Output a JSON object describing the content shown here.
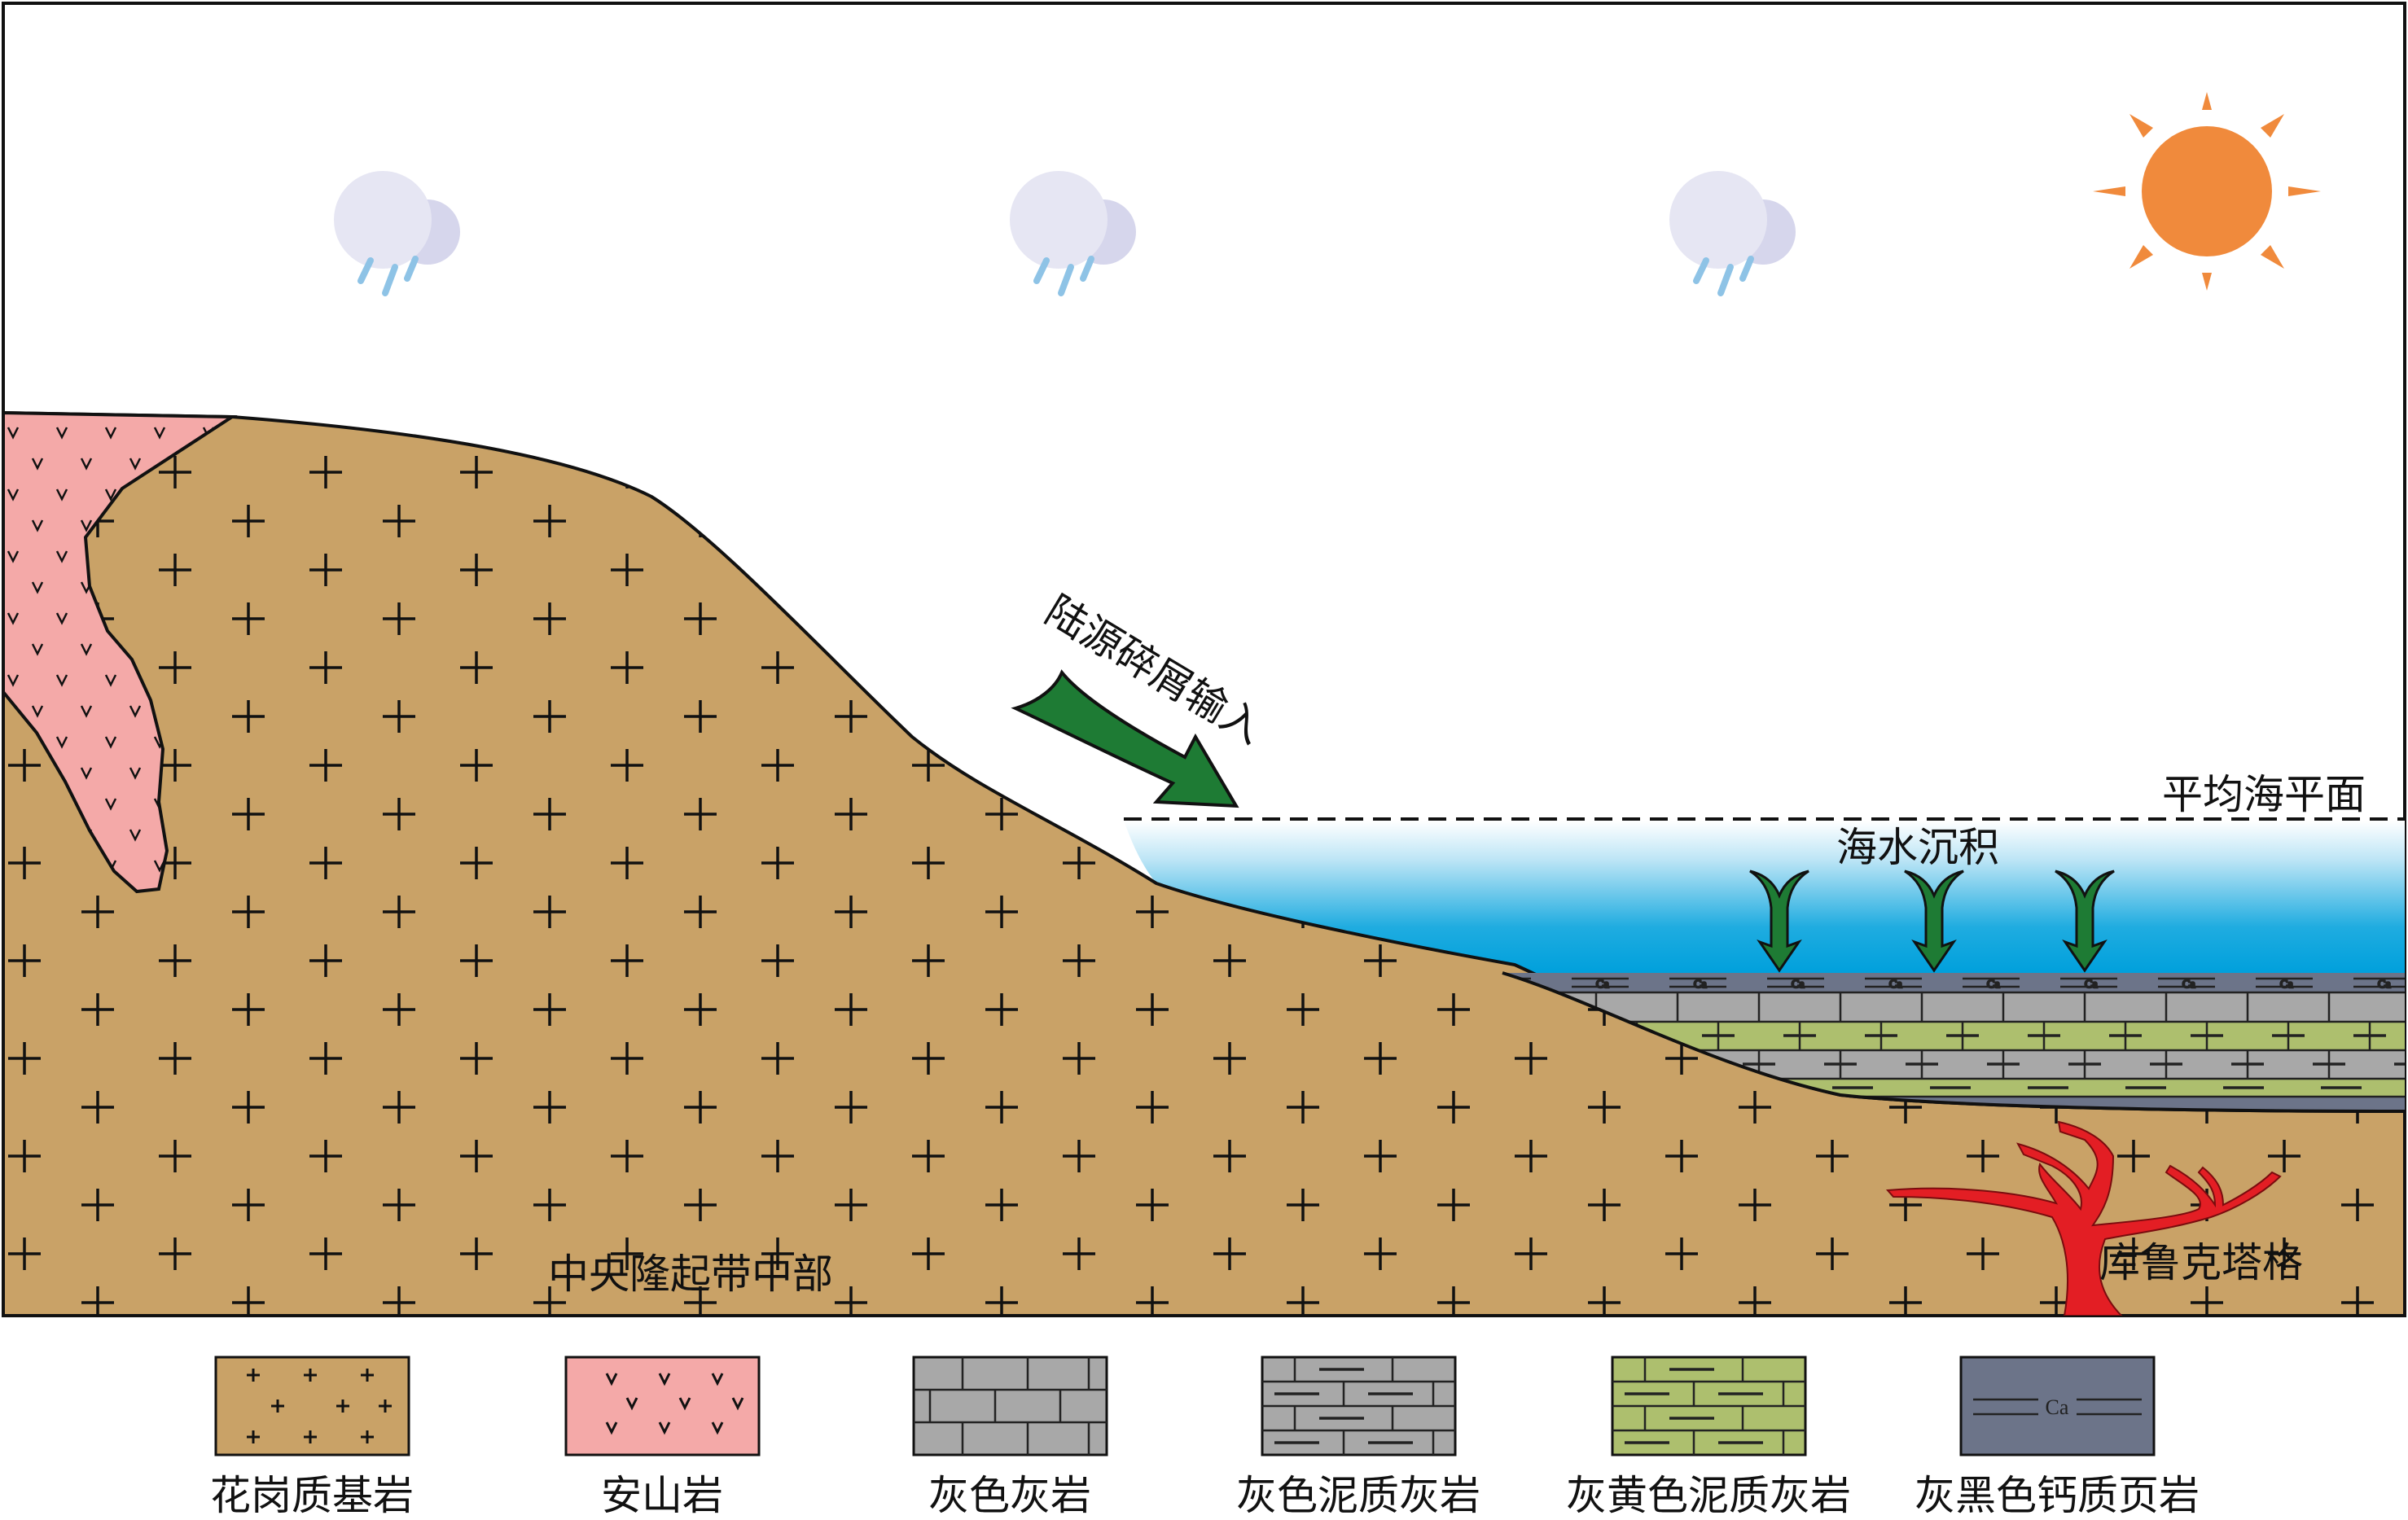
{
  "labels": {
    "input_arrow": "陆源碎屑输入",
    "mean_sea_level": "平均海平面",
    "seawater_deposition": "海水沉积",
    "central_uplift": "中央隆起带中部",
    "kuluketage": "库鲁克塔格",
    "ca_symbol": "Ca"
  },
  "legend": [
    {
      "name": "legend-granite",
      "label": "花岗质基岩",
      "color": "#C9A267"
    },
    {
      "name": "legend-andesite",
      "label": "安山岩",
      "color": "#F4A9A8"
    },
    {
      "name": "legend-gray-limestone",
      "label": "灰色灰岩",
      "color": "#A8A8A8"
    },
    {
      "name": "legend-gray-argillaceous-limestone",
      "label": "灰色泥质灰岩",
      "color": "#A8A8A8"
    },
    {
      "name": "legend-graygreen-argillaceous-limestone",
      "label": "灰黄色泥质灰岩",
      "color": "#ADBF6E"
    },
    {
      "name": "legend-dark-calcareous-shale",
      "label": "灰黑色钙质页岩",
      "color": "#6C7489"
    }
  ],
  "colors": {
    "granite": "#C9A267",
    "andesite": "#F4A9A8",
    "limestone": "#A8A8A8",
    "yellow_green": "#ADBF6E",
    "shale": "#6C7489",
    "sea_deep": "#00A0DC",
    "sea_light": "#FFFFFF",
    "arrow_green": "#1E7B34",
    "sun": "#F08A3C",
    "cloud": "#E4E4F2",
    "rain": "#8EC3E6",
    "root_red": "#E31E24"
  },
  "icons": [
    "cloud-rain-icon",
    "cloud-rain-icon",
    "cloud-rain-icon",
    "sun-icon"
  ]
}
